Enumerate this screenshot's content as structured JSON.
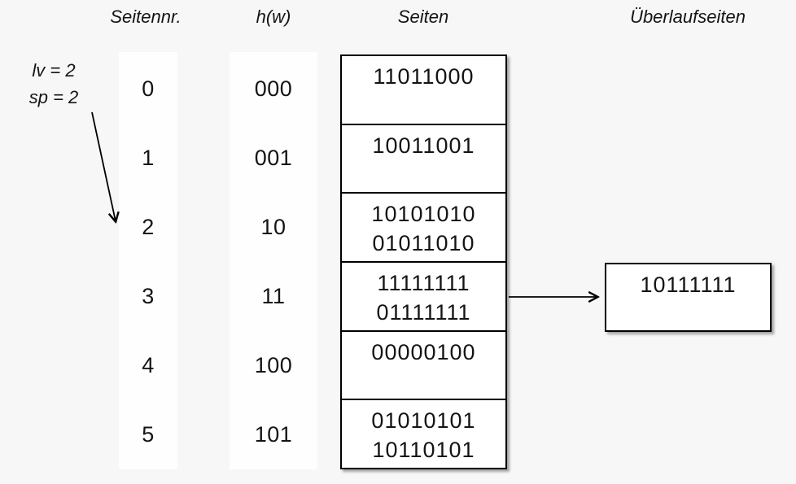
{
  "headers": {
    "page_no": "Seitennr.",
    "hash": "h(w)",
    "pages": "Seiten",
    "overflow": "Überlaufseiten"
  },
  "annotation": {
    "level": "lv = 2",
    "split_pointer": "sp = 2"
  },
  "table": {
    "rows": [
      {
        "page_no": "0",
        "hash": "000",
        "lines": [
          "11011000"
        ]
      },
      {
        "page_no": "1",
        "hash": "001",
        "lines": [
          "10011001"
        ]
      },
      {
        "page_no": "2",
        "hash": "10",
        "lines": [
          "10101010",
          "01011010"
        ]
      },
      {
        "page_no": "3",
        "hash": "11",
        "lines": [
          "11111111",
          "01111111"
        ]
      },
      {
        "page_no": "4",
        "hash": "100",
        "lines": [
          "00000100"
        ]
      },
      {
        "page_no": "5",
        "hash": "101",
        "lines": [
          "01010101",
          "10110101"
        ]
      }
    ]
  },
  "overflow_page": {
    "value": "10111111",
    "linked_page_no": "3"
  },
  "colors": {
    "background": "#f7f7f7",
    "box_fill": "#ffffff",
    "border": "#000000",
    "text": "#141414"
  }
}
